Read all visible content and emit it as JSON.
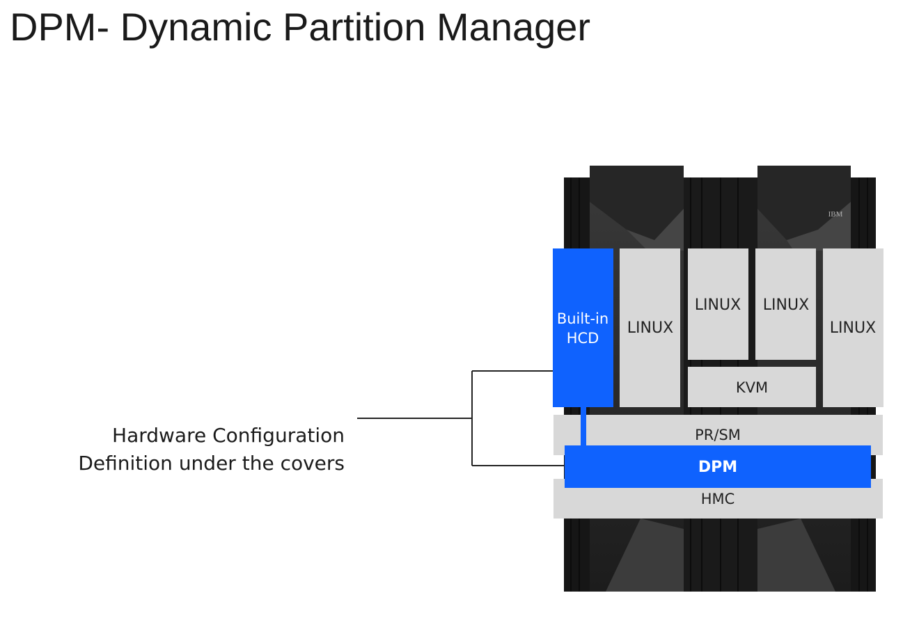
{
  "title": "DPM- Dynamic Partition Manager",
  "caption": {
    "line1": "Hardware Configuration",
    "line2": "Definition under the covers"
  },
  "mainframe": {
    "brand": "IBM",
    "blocks": {
      "hcd_line1": "Built-in",
      "hcd_line2": "HCD",
      "linux_1": "LINUX",
      "linux_2": "LINUX",
      "linux_3": "LINUX",
      "linux_4": "LINUX",
      "kvm": "KVM",
      "prsm": "PR/SM",
      "dpm": "DPM",
      "hmc": "HMC"
    }
  },
  "colors": {
    "ibm_blue": "#0f62fe",
    "block_gray": "#d6d6d6",
    "rack_dark": "#1f1f1f"
  }
}
